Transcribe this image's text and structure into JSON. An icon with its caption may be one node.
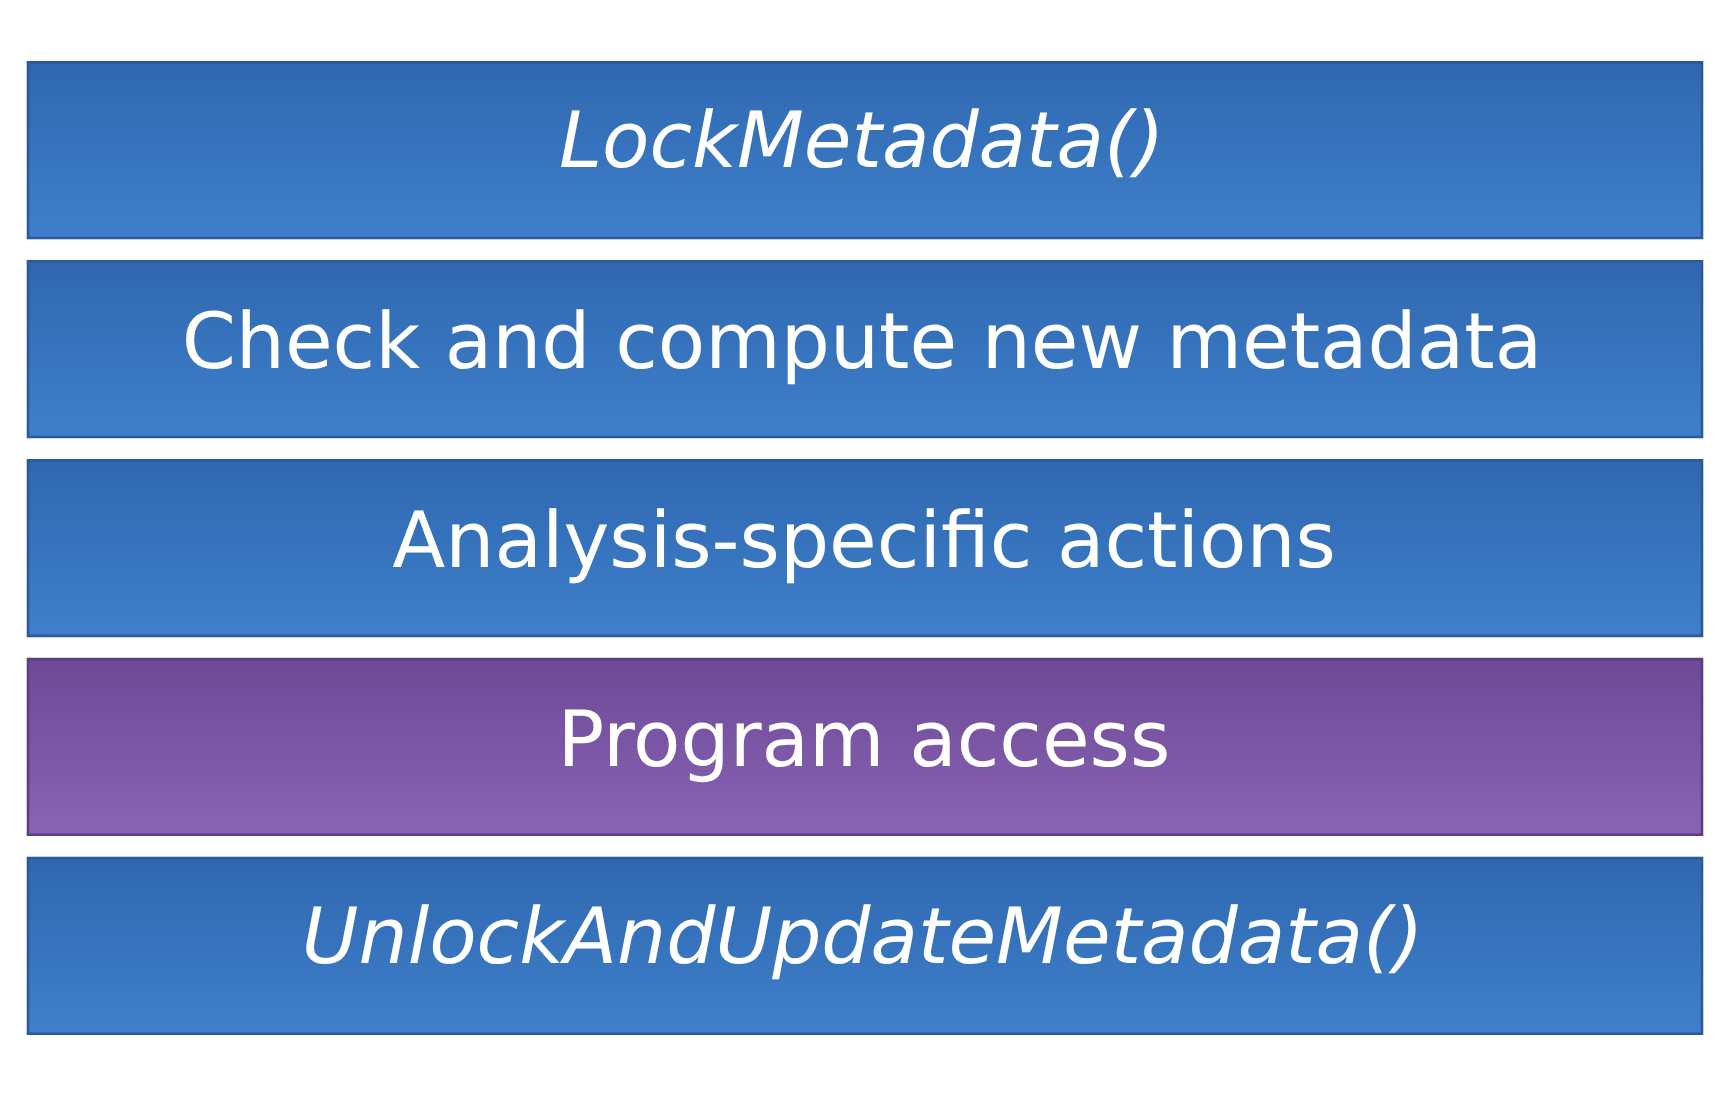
{
  "diagram": {
    "nodes": [
      {
        "text": [
          "LockMetadata()"
        ]
      },
      {
        "text": [
          "Check and compute new metadata"
        ]
      },
      {
        "text": [
          "Analysis-specific actions"
        ]
      },
      {
        "text": [
          "Program access"
        ]
      },
      {
        "text": [
          "UnlockAndUpdateMetadata()"
        ]
      }
    ]
  }
}
